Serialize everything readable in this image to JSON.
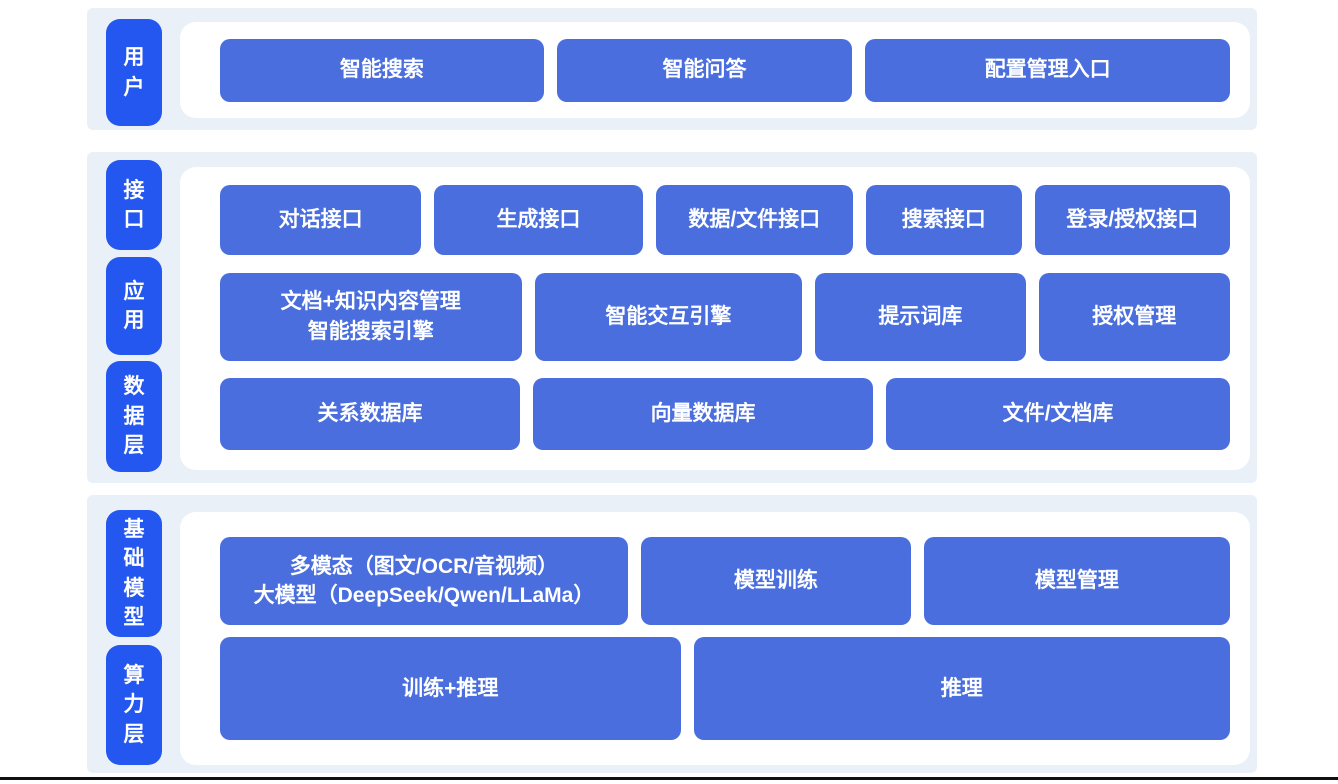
{
  "colors": {
    "page_bg": "#ffffff",
    "section_bg": "#eaf0f8",
    "panel_bg": "#ffffff",
    "tab_bg": "#2456f0",
    "button_bg": "#4a6ede",
    "text": "#ffffff",
    "footer_line": "#101010"
  },
  "sections": [
    {
      "name": "user-layer",
      "tabs": [
        {
          "label": "用户"
        }
      ],
      "rows": [
        {
          "buttons": [
            {
              "label": "智能搜索"
            },
            {
              "label": "智能问答"
            },
            {
              "label": "配置管理入口"
            }
          ]
        }
      ]
    },
    {
      "name": "interface-application-data-layer",
      "tabs": [
        {
          "label": "接口"
        },
        {
          "label": "应用"
        },
        {
          "label": "数据层"
        }
      ],
      "rows": [
        {
          "buttons": [
            {
              "label": "对话接口"
            },
            {
              "label": "生成接口"
            },
            {
              "label": "数据/文件接口"
            },
            {
              "label": "搜索接口"
            },
            {
              "label": "登录/授权接口"
            }
          ]
        },
        {
          "buttons": [
            {
              "label": "文档+知识内容管理\n智能搜索引擎"
            },
            {
              "label": "智能交互引擎"
            },
            {
              "label": "提示词库"
            },
            {
              "label": "授权管理"
            }
          ]
        },
        {
          "buttons": [
            {
              "label": "关系数据库"
            },
            {
              "label": "向量数据库"
            },
            {
              "label": "文件/文档库"
            }
          ]
        }
      ]
    },
    {
      "name": "foundation-model-compute-layer",
      "tabs": [
        {
          "label": "基础模型"
        },
        {
          "label": "算力层"
        }
      ],
      "rows": [
        {
          "buttons": [
            {
              "label": "多模态（图文/OCR/音视频）\n大模型（DeepSeek/Qwen/LLaMa）"
            },
            {
              "label": "模型训练"
            },
            {
              "label": "模型管理"
            }
          ]
        },
        {
          "buttons": [
            {
              "label": "训练+推理"
            },
            {
              "label": "推理"
            }
          ]
        }
      ]
    }
  ]
}
